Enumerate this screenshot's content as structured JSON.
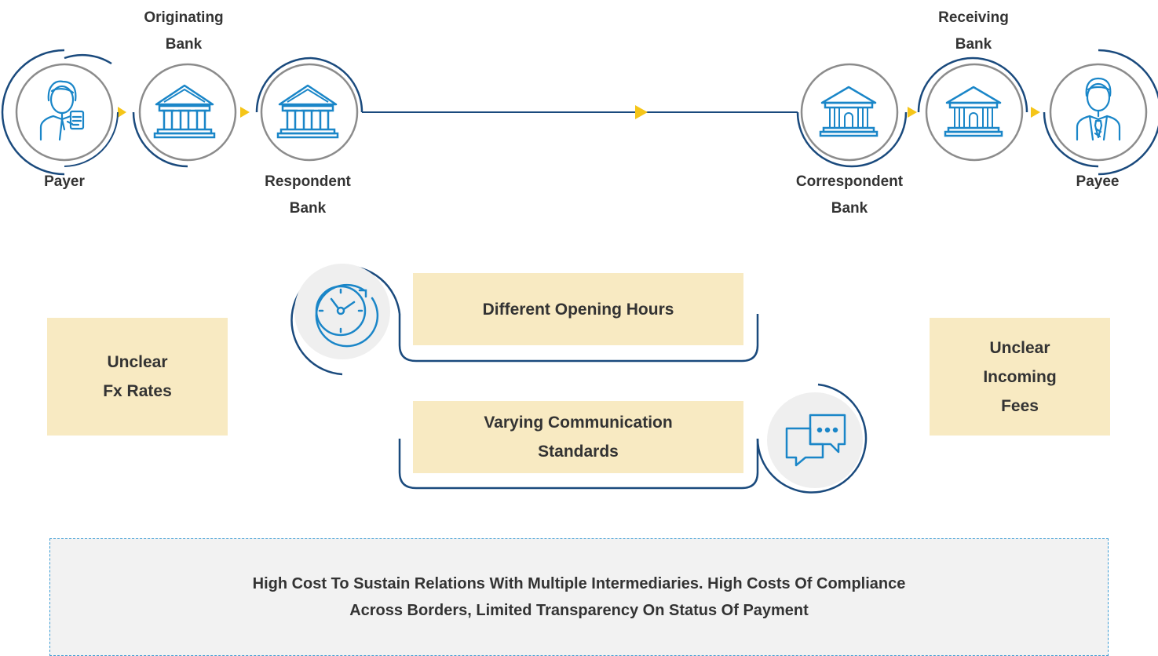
{
  "nodes": [
    {
      "id": "payer",
      "icon": "person-document-icon",
      "label_lines": [
        "Payer"
      ]
    },
    {
      "id": "originating",
      "icon": "bank-icon",
      "label_lines": [
        "Originating",
        "Bank"
      ]
    },
    {
      "id": "respondent",
      "icon": "bank-icon",
      "label_lines": [
        "Respondent",
        "Bank"
      ]
    },
    {
      "id": "correspondent",
      "icon": "bank-icon",
      "label_lines": [
        "Correspondent",
        "Bank"
      ]
    },
    {
      "id": "receiving",
      "icon": "bank-icon",
      "label_lines": [
        "Receiving",
        "Bank"
      ]
    },
    {
      "id": "payee",
      "icon": "businessman-icon",
      "label_lines": [
        "Payee"
      ]
    }
  ],
  "issues": {
    "fx_rates": [
      "Unclear",
      "Fx Rates"
    ],
    "opening_hours": [
      "Different Opening Hours"
    ],
    "communication": [
      "Varying Communication",
      "Standards"
    ],
    "incoming_fees": [
      "Unclear",
      "Incoming",
      "Fees"
    ]
  },
  "issue_icons": {
    "opening_hours": "clock-refresh-icon",
    "communication": "chat-bubbles-icon"
  },
  "footer": {
    "lines": [
      "High Cost To Sustain Relations With Multiple Intermediaries. High Costs Of Compliance",
      "Across Borders, Limited Transparency On Status Of Payment"
    ]
  },
  "colors": {
    "navy": "#1a4a7d",
    "icon_blue": "#1a86c8",
    "arrow": "#f5c518",
    "box": "#f8eac2",
    "ring": "#888888",
    "footer_bg": "#f2f2f2",
    "footer_border": "#3b9bd3"
  }
}
